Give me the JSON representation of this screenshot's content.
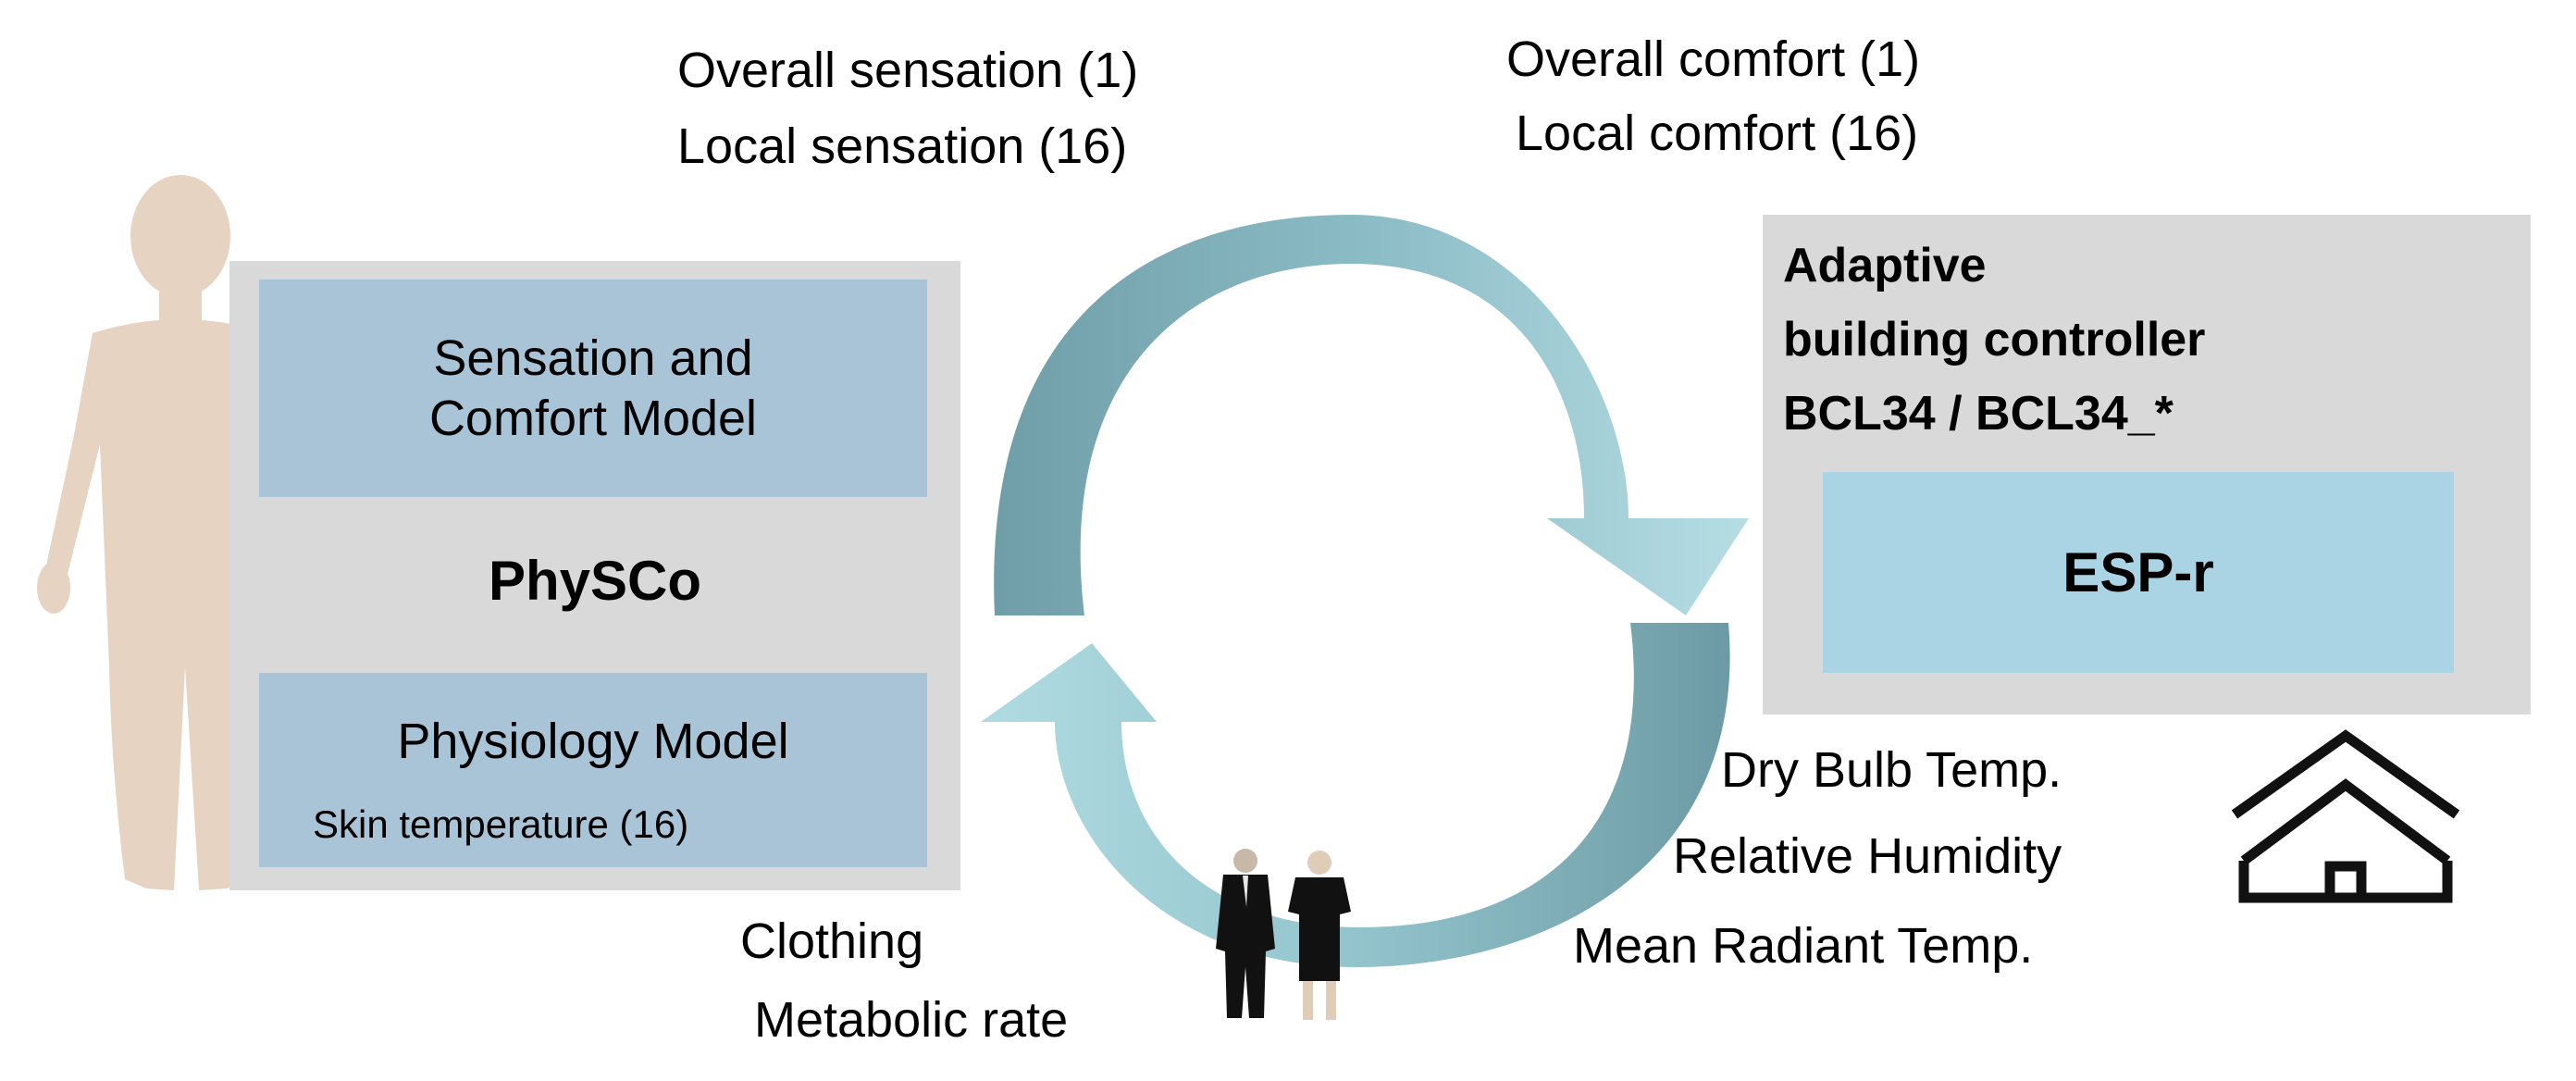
{
  "top_labels": {
    "overall_sensation": "Overall sensation (1)",
    "local_sensation": "Local sensation (16)",
    "overall_comfort": "Overall comfort (1)",
    "local_comfort": "Local comfort (16)"
  },
  "physco": {
    "title": "PhySCo",
    "sensation_box": "Sensation and Comfort Model",
    "physiology_box": "Physiology Model",
    "skin_temp": "Skin temperature (16)"
  },
  "controller": {
    "line1": "Adaptive",
    "line2": "building controller",
    "line3": "BCL34 / BCL34_*",
    "esp": "ESP-r"
  },
  "bottom_left": {
    "clothing": "Clothing",
    "metabolic": "Metabolic rate"
  },
  "bottom_right": {
    "dry_bulb": "Dry Bulb Temp.",
    "humidity": "Relative Humidity",
    "radiant": "Mean Radiant Temp."
  },
  "icons": {
    "human": "human-silhouette-icon",
    "occupants": "occupants-icon",
    "house": "house-icon"
  },
  "colors": {
    "panel_grey": "#d9d9d9",
    "box_blue": "#a8c4d6",
    "esp_blue": "#aad4e4",
    "skin": "#e6d3c1",
    "arrow_dark": "#6fa0aa",
    "arrow_light": "#aad6de"
  }
}
